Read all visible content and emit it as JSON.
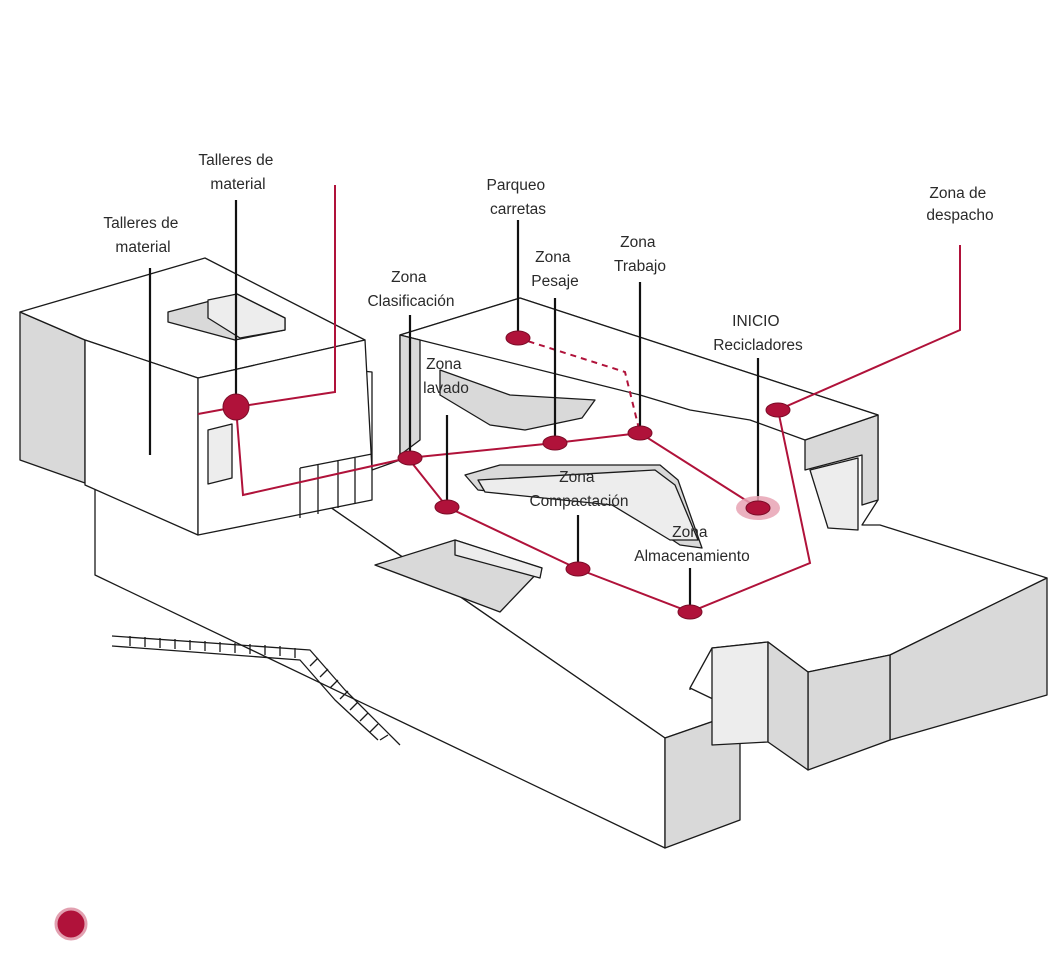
{
  "labels": {
    "talleres_left": [
      "Talleres de",
      "material"
    ],
    "talleres_top": [
      "Talleres de",
      "material"
    ],
    "parqueo": [
      "Parqueo",
      "carretas"
    ],
    "pesaje": [
      "Zona",
      "Pesaje"
    ],
    "trabajo": [
      "Zona",
      "Trabajo"
    ],
    "clasificacion": [
      "Zona",
      "Clasificación"
    ],
    "lavado": [
      "Zona",
      "lavado"
    ],
    "inicio": [
      "INICIO",
      "Recicladores"
    ],
    "despacho": [
      "Zona de",
      "despacho"
    ],
    "compactacion": [
      "Zona",
      "Compactación"
    ],
    "almacenamiento": [
      "Zona",
      "Almacenamiento"
    ]
  },
  "colors": {
    "route": "#b0123a",
    "leader": "#111111",
    "wall_shade": "#d9d9d9"
  },
  "legend": {
    "icon": "circle-marker-icon"
  }
}
